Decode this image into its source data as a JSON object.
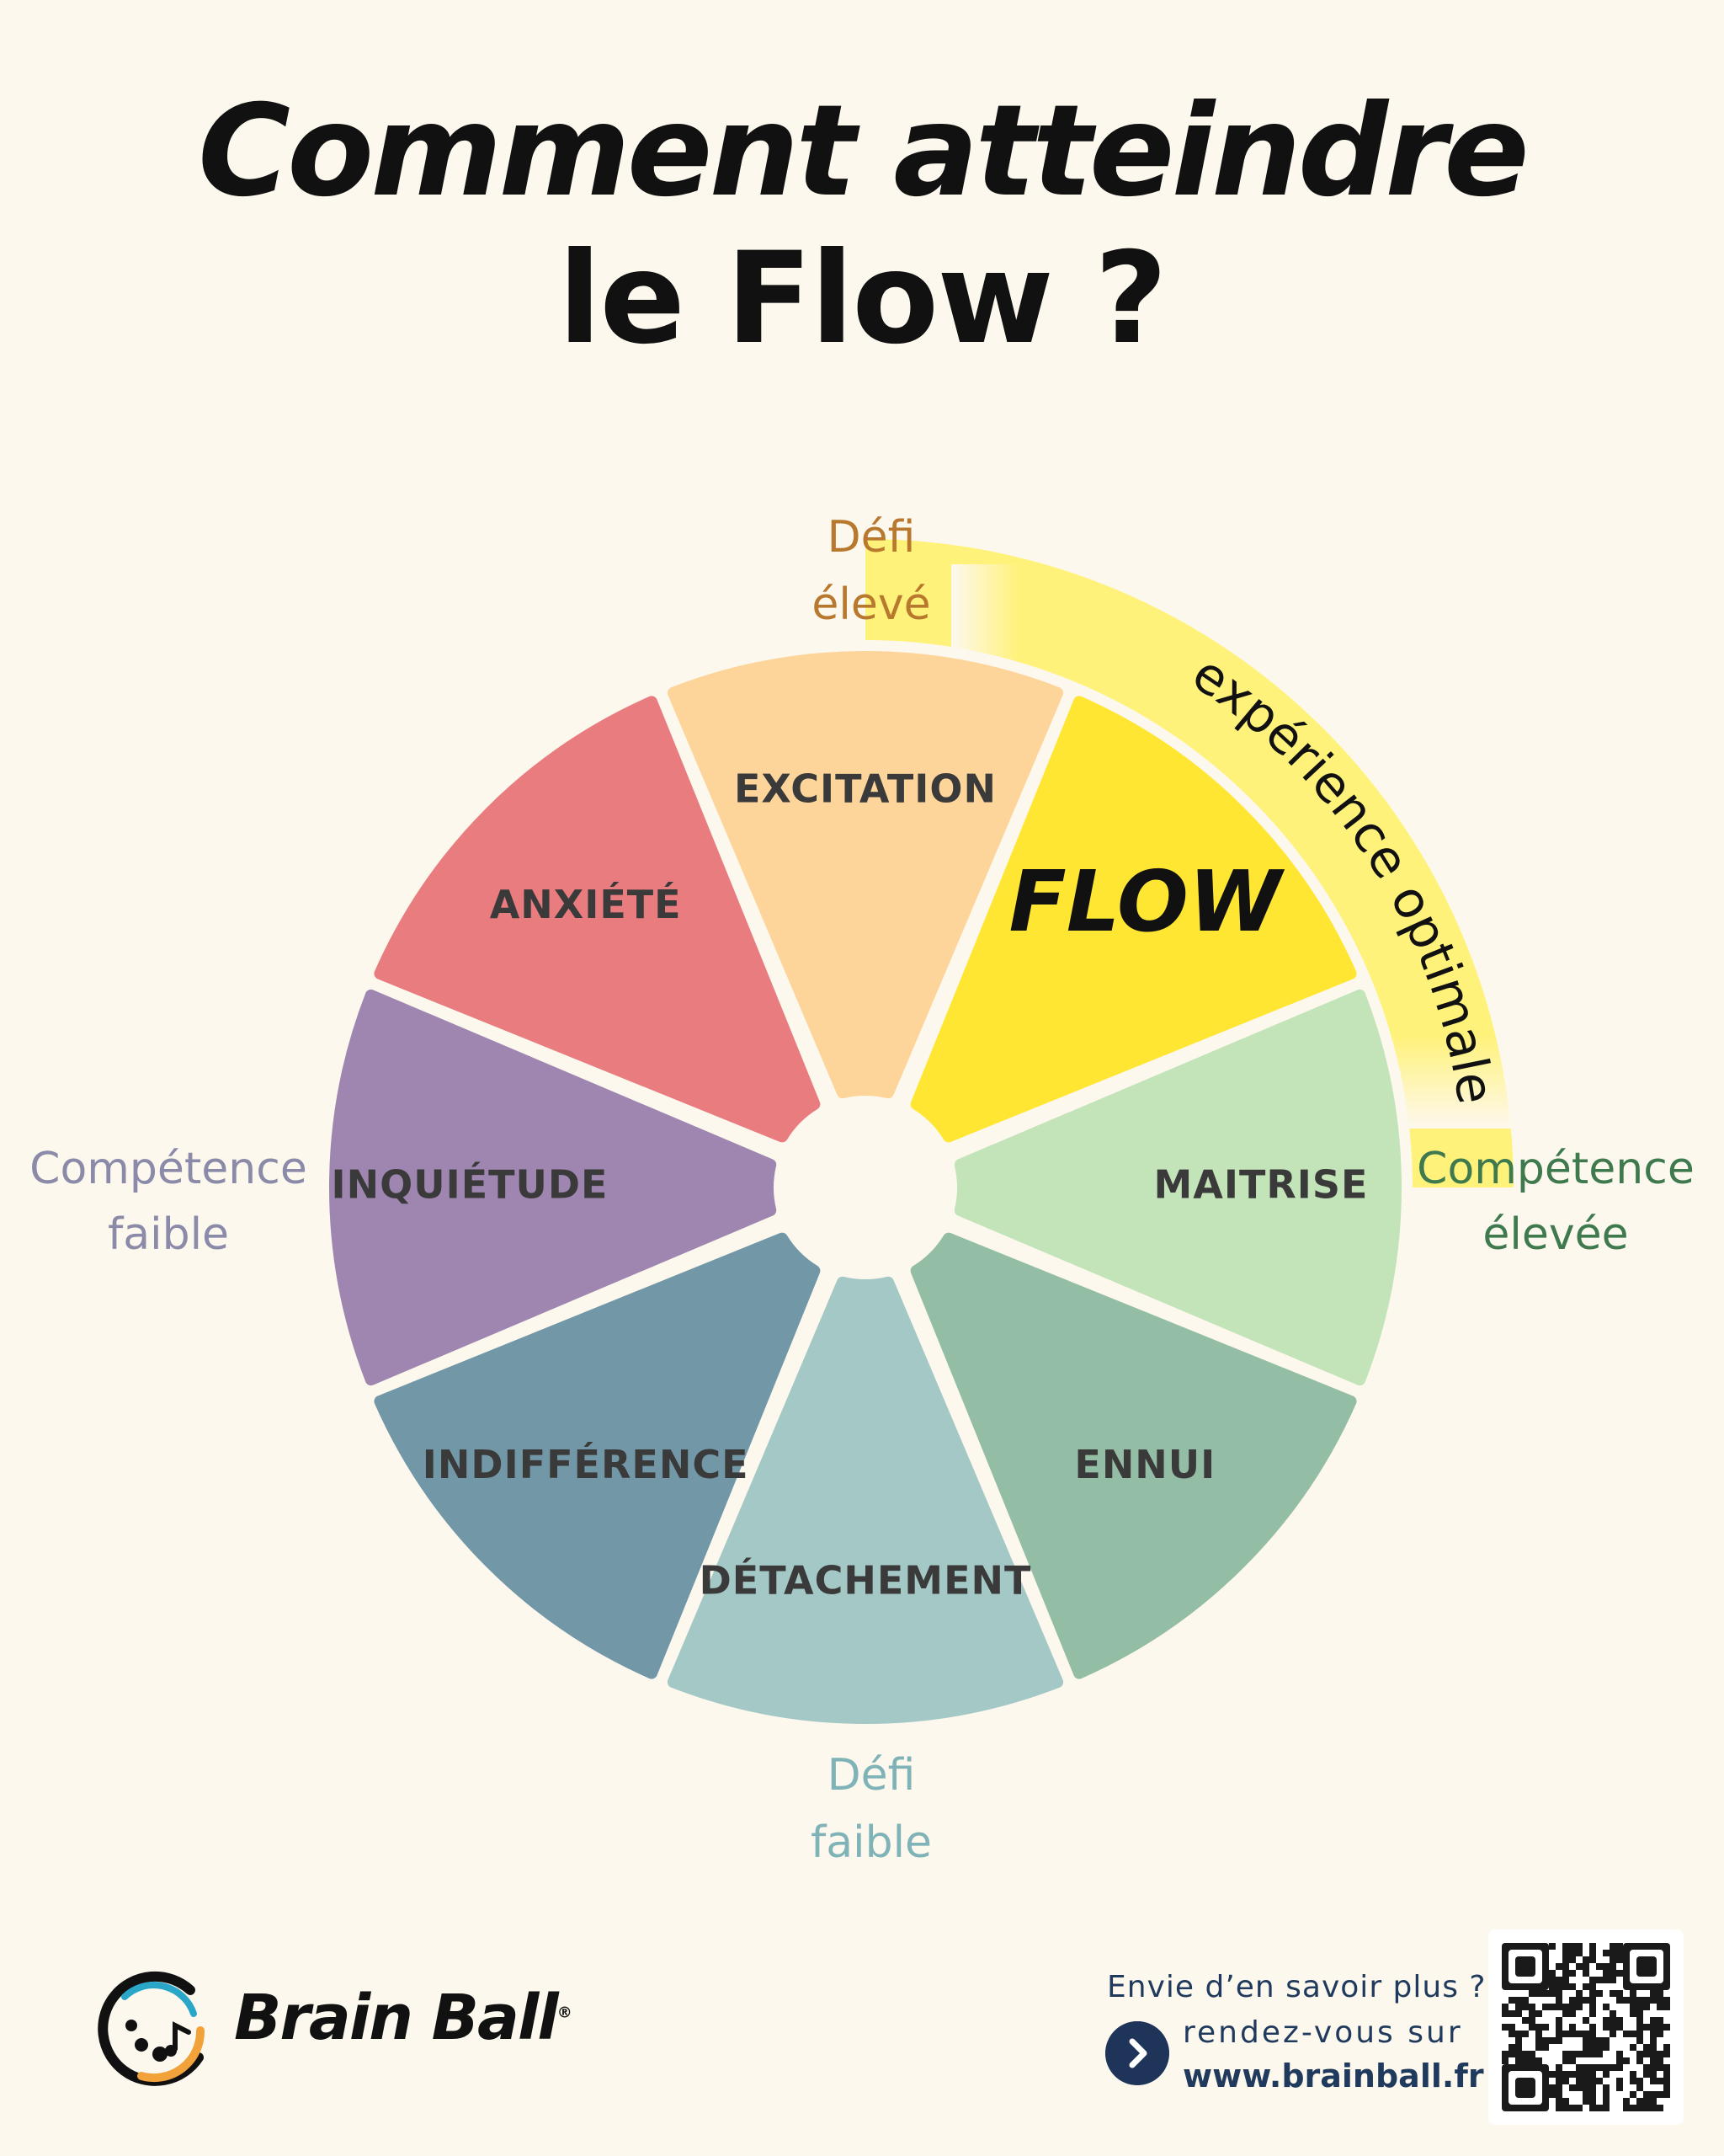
{
  "title": {
    "line1": "Comment atteindre",
    "line2": "le Flow ?"
  },
  "segments": [
    {
      "key": "excitation",
      "label": "EXCITATION",
      "color": "#fdd59a"
    },
    {
      "key": "flow",
      "label": "FLOW",
      "color": "#ffe633"
    },
    {
      "key": "maitrise",
      "label": "MAITRISE",
      "color": "#c3e4b8"
    },
    {
      "key": "ennui",
      "label": "ENNUI",
      "color": "#94bda6"
    },
    {
      "key": "detachement",
      "label": "DÉTACHEMENT",
      "color": "#a3c8c6"
    },
    {
      "key": "indifference",
      "label": "INDIFFÉRENCE",
      "color": "#7297a7"
    },
    {
      "key": "inquietude",
      "label": "INQUIÉTUDE",
      "color": "#9f86b0"
    },
    {
      "key": "anxiete",
      "label": "ANXIÉTÉ",
      "color": "#e97c7e"
    }
  ],
  "axes": {
    "defi_eleve": {
      "line1": "Défi",
      "line2": "élevé",
      "color": "#b8782e"
    },
    "defi_faible": {
      "line1": "Défi",
      "line2": "faible",
      "color": "#7fb3b8"
    },
    "competence_faible": {
      "line1": "Compétence",
      "line2": "faible",
      "color": "#8b8aa8"
    },
    "competence_elevee": {
      "line1": "Compétence",
      "line2": "élevée",
      "color": "#3f7a4f"
    }
  },
  "arc": {
    "text": "expérience optimale",
    "color": "#fff27a"
  },
  "footer": {
    "brand": "Brain Ball",
    "brand_mark": "®",
    "cta_line1": "Envie d’en savoir plus ?",
    "cta_line2": "rendez-vous sur",
    "cta_url": "www.brainball.fr"
  }
}
